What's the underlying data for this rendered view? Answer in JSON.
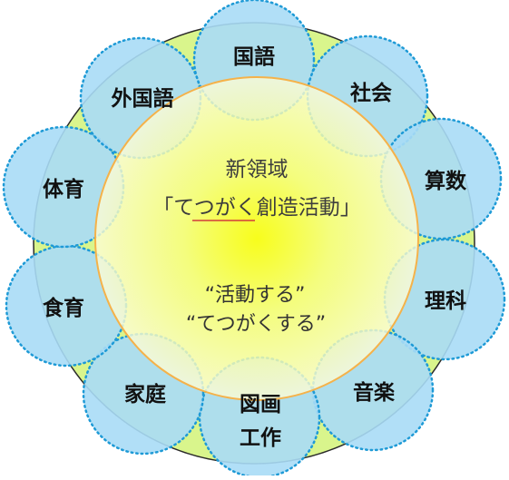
{
  "center": {
    "title": "新領域",
    "subtitle": "「てつがく創造活動」",
    "slogan_line1": "“活動する”",
    "slogan_line2": "“てつがくする”"
  },
  "subjects": [
    {
      "id": "kokugo",
      "lines": [
        "国語"
      ]
    },
    {
      "id": "shakai",
      "lines": [
        "社会"
      ]
    },
    {
      "id": "sansu",
      "lines": [
        "算数"
      ]
    },
    {
      "id": "rika",
      "lines": [
        "理科"
      ]
    },
    {
      "id": "ongaku",
      "lines": [
        "音楽"
      ]
    },
    {
      "id": "zuga",
      "lines": [
        "図画",
        "工作"
      ]
    },
    {
      "id": "katei",
      "lines": [
        "家庭"
      ]
    },
    {
      "id": "shokuiku",
      "lines": [
        "食育"
      ]
    },
    {
      "id": "taiiku",
      "lines": [
        "体育"
      ]
    },
    {
      "id": "gaikokugo",
      "lines": [
        "外国語"
      ]
    }
  ],
  "colors": {
    "subject_fill": "#a9dcf6",
    "subject_border": "#1e9ad6",
    "outer_ring_fill": "#d9f58c",
    "center_glow": "#ffff00",
    "center_border": "#f5b24a",
    "underline": "#d23b3b"
  }
}
